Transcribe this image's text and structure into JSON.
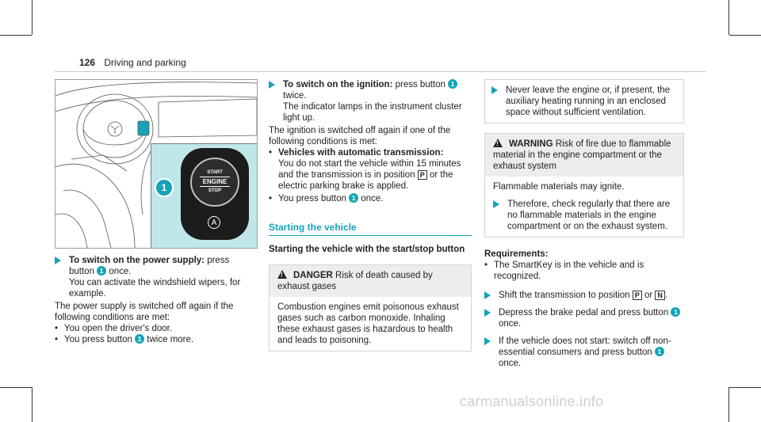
{
  "header": {
    "page_number": "126",
    "section": "Driving and parking"
  },
  "illustration": {
    "button_start": "START",
    "button_engine": "ENGINE",
    "button_stop": "STOP",
    "button_auto": "A",
    "callout": "1"
  },
  "col1": {
    "step_title": "To switch on the power supply:",
    "step_text_a": " press button ",
    "callout": "1",
    "step_text_b": " once.",
    "step_text_c": "You can activate the windshield wipers, for example.",
    "para": "The power supply is switched off again if the following conditions are met:",
    "bullets": [
      "You open the driver's door.",
      "You press button",
      "twice more."
    ]
  },
  "col2": {
    "step_title": "To switch on the ignition:",
    "step_text_a": " press button ",
    "callout": "1",
    "step_text_b": "twice.",
    "step_text_c": "The indicator lamps in the instrument cluster light up.",
    "para": "The ignition is switched off again if one of the following conditions is met:",
    "bullet1_title": "Vehicles with automatic transmission:",
    "bullet1_text_a": "You do not start the vehicle within 15 minutes and the transmission is in position ",
    "bullet1_sym": "P",
    "bullet1_text_b": " or the electric parking brake is applied.",
    "bullet2_a": "You press button ",
    "bullet2_b": " once.",
    "section_title": "Starting the vehicle",
    "sub_title": "Starting the vehicle with the start/stop button",
    "danger_label": "DANGER",
    "danger_head": "Risk of death caused by exhaust gases",
    "danger_body": "Combustion engines emit poisonous exhaust gases such as carbon monoxide. Inhaling these exhaust gases is hazardous to health and leads to poisoning."
  },
  "col3": {
    "never_text": "Never leave the engine or, if present, the auxiliary heating running in an enclosed space without sufficient ventilation.",
    "warning_label": "WARNING",
    "warning_head": "Risk of fire due to flammable material in the engine compartment or the exhaust system",
    "warning_body": "Flammable materials may ignite.",
    "warning_step": "Therefore, check regularly that there are no flammable materials in the engine compartment or on the exhaust system.",
    "req_title": "Requirements:",
    "req_item": "The SmartKey is in the vehicle and is recognized.",
    "step1_a": "Shift the transmission to position ",
    "step1_sym1": "P",
    "step1_or": " or ",
    "step1_sym2": "N",
    "step1_b": ".",
    "step2_a": "Depress the brake pedal and press button ",
    "step2_b": " once.",
    "step3_a": "If the vehicle does not start: switch off non-essential consumers and press button ",
    "step3_b": " once.",
    "callout": "1"
  },
  "watermark": "carmanualsonline.info"
}
